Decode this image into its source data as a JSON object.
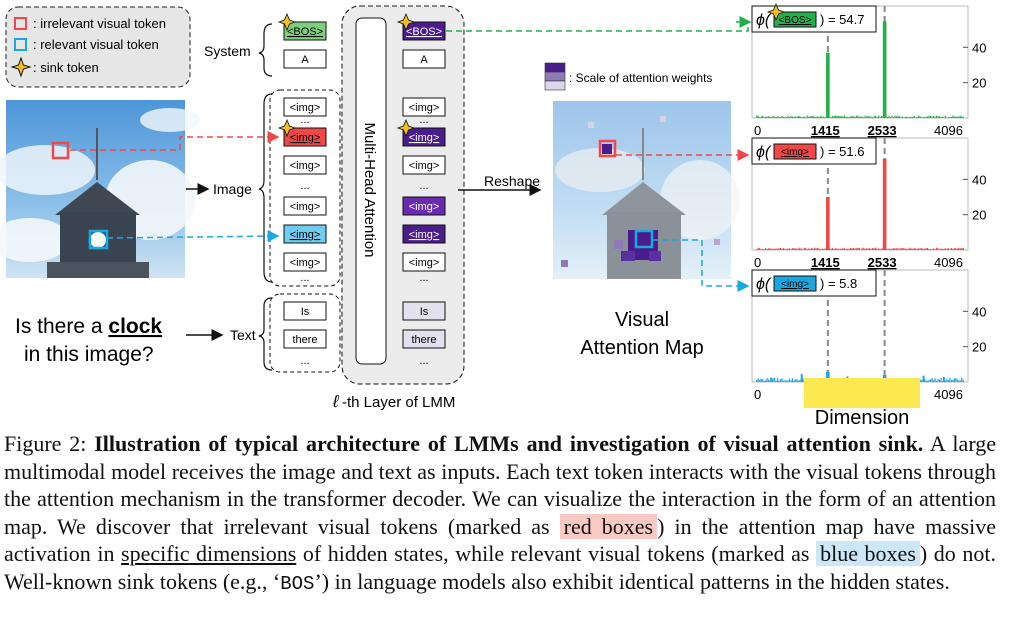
{
  "legend": {
    "irrelevant": ": irrelevant visual token",
    "relevant": ": relevant visual token",
    "sink": ": sink token"
  },
  "groups": {
    "system": "System",
    "image": "Image",
    "text": "Text"
  },
  "question": {
    "part1": "Is there a ",
    "keyword": "clock",
    "part2": "in this image?"
  },
  "tokens": {
    "bos": "<BOS>",
    "a": "A",
    "img": "<img>",
    "ellipsis": "...",
    "is": "Is",
    "there": "there"
  },
  "mha_label": "Multi-Head Attention",
  "layer_label": "-th Layer of LMM",
  "layer_symbol": "ℓ",
  "reshape_label": "Reshape",
  "scale_label": ": Scale of attention weights",
  "attention_map_label": [
    "Visual",
    "Attention Map"
  ],
  "dimension_label": "Dimension",
  "colors": {
    "red": "#f04848",
    "blue": "#1aa8e0",
    "green": "#22b04b",
    "purple": "#4b1d8c",
    "sink_star": "#f0c020",
    "highlight": "#fce94f"
  },
  "chart_data": [
    {
      "type": "bar",
      "label_prefix": "ϕ(",
      "token": "<BOS>",
      "value_text": ") = 54.7",
      "color": "#22b04b",
      "x_ticks": [
        "0",
        "1415",
        "2533",
        "4096"
      ],
      "y_ticks": [
        "20",
        "40"
      ],
      "xlim": [
        0,
        4096
      ],
      "ylim": [
        0,
        60
      ],
      "spikes": [
        {
          "x": 1415,
          "y": 37
        },
        {
          "x": 2533,
          "y": 54.7
        }
      ]
    },
    {
      "type": "bar",
      "label_prefix": "ϕ(",
      "token": "<img>",
      "value_text": ") = 51.6",
      "color": "#f04848",
      "x_ticks": [
        "0",
        "1415",
        "2533",
        "4096"
      ],
      "y_ticks": [
        "20",
        "40"
      ],
      "xlim": [
        0,
        4096
      ],
      "ylim": [
        0,
        60
      ],
      "spikes": [
        {
          "x": 1415,
          "y": 30
        },
        {
          "x": 2533,
          "y": 51.6
        }
      ]
    },
    {
      "type": "bar",
      "label_prefix": "ϕ(",
      "token": "<img>",
      "value_text": ") = 5.8",
      "color": "#1aa8e0",
      "x_ticks": [
        "0",
        "1415",
        "2533",
        "4096"
      ],
      "y_ticks": [
        "20",
        "40"
      ],
      "xlim": [
        0,
        4096
      ],
      "ylim": [
        0,
        60
      ],
      "spikes": [
        {
          "x": 1415,
          "y": 5.8
        },
        {
          "x": 2533,
          "y": 4
        }
      ]
    }
  ],
  "caption": {
    "fig_no": "Figure 2:",
    "title": "Illustration of typical architecture of LMMs and investigation of visual attention sink.",
    "s1": " A large multimodal model receives the image and text as inputs. Each text token interacts with the visual tokens through the attention mechanism in the transformer decoder. We can visualize the interaction in the form of an attention map. We discover that irrelevant visual tokens (marked as ",
    "red_boxes": "red boxes",
    "s2": ") in the attention map have massive activation in ",
    "specific_dims": "specific dimensions",
    "s3": " of hidden states, while relevant visual tokens (marked as ",
    "blue_boxes": "blue boxes",
    "s4": ") do not. Well-known sink tokens (e.g., ‘",
    "bos": "BOS",
    "s5": "’) in language models also exhibit identical patterns in the hidden states."
  }
}
